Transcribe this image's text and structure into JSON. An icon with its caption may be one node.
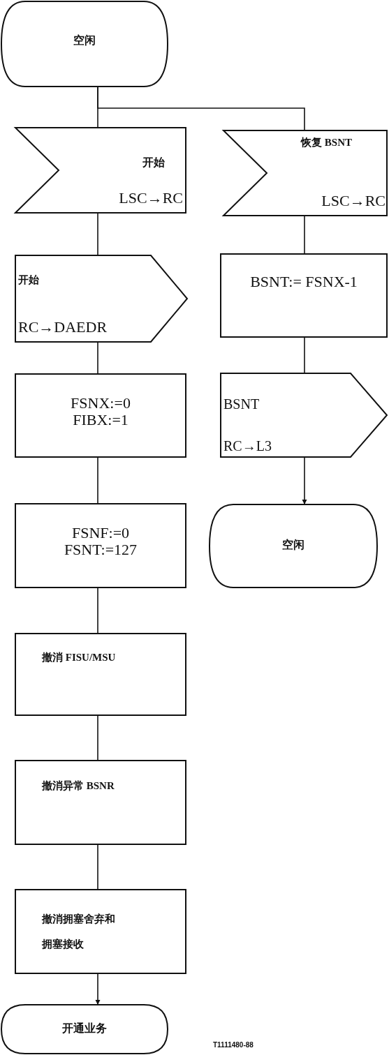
{
  "diagram": {
    "nodes": [
      {
        "text": [
          "空闲"
        ]
      },
      {
        "text": [
          "开始",
          "LSC→RC"
        ]
      },
      {
        "text": [
          "恢复 BSNT",
          "LSC→RC"
        ]
      },
      {
        "text": [
          "开始",
          "RC→DAEDR"
        ]
      },
      {
        "text": [
          "FSNX:=0 FIBX:=1"
        ]
      },
      {
        "text": [
          "FSNF:=0 FSNT:=127"
        ]
      },
      {
        "text": [
          "撤消 FISU/MSU"
        ]
      },
      {
        "text": [
          "撤消异常 BSNR"
        ]
      },
      {
        "text": [
          "撤消拥塞舍弃和拥塞接收"
        ]
      },
      {
        "text": [
          "开通业务"
        ]
      },
      {
        "text": [
          "BSNT:= FSNX-1"
        ]
      },
      {
        "text": [
          "BSNT",
          "RC→L3"
        ]
      },
      {
        "text": [
          "空闲"
        ]
      }
    ],
    "edges": [
      {
        "from": 0,
        "to": 1,
        "arrow": "none"
      },
      {
        "from": 0,
        "to": 2,
        "arrow": "none"
      },
      {
        "from": 1,
        "to": 3,
        "arrow": "none"
      },
      {
        "from": 3,
        "to": 4,
        "arrow": "none"
      },
      {
        "from": 4,
        "to": 5,
        "arrow": "none"
      },
      {
        "from": 5,
        "to": 6,
        "arrow": "none"
      },
      {
        "from": 6,
        "to": 7,
        "arrow": "none"
      },
      {
        "from": 7,
        "to": 8,
        "arrow": "none"
      },
      {
        "from": 8,
        "to": 9,
        "arrow": "to"
      },
      {
        "from": 2,
        "to": 10,
        "arrow": "none"
      },
      {
        "from": 10,
        "to": 11,
        "arrow": "none"
      },
      {
        "from": 11,
        "to": 12,
        "arrow": "to"
      }
    ],
    "labels": [
      "T1111480-88"
    ]
  }
}
